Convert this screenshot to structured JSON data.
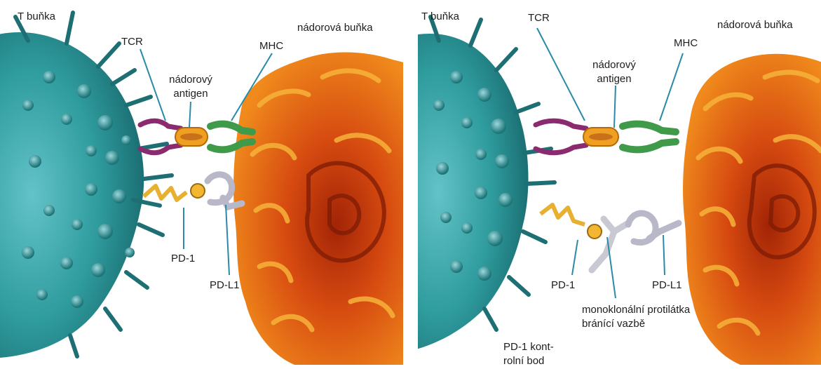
{
  "panels": [
    {
      "t_cell": "T buňka",
      "tcr": "TCR",
      "antigen_line1": "nádorový",
      "antigen_line2": "antigen",
      "mhc": "MHC",
      "tumor_cell": "nádorová buňka",
      "pd1": "PD-1",
      "pdl1": "PD-L1"
    },
    {
      "t_cell": "T buňka",
      "tcr": "TCR",
      "antigen_line1": "nádorový",
      "antigen_line2": "antigen",
      "mhc": "MHC",
      "tumor_cell": "nádorová buňka",
      "pd1": "PD-1",
      "pdl1": "PD-L1",
      "antibody_line1": "monoklonální protilátka",
      "antibody_line2": "bránící vazbě",
      "checkpoint_line1": "PD-1 kont-",
      "checkpoint_line2": "rolní bod"
    }
  ],
  "colors": {
    "t_cell": "#1e8c8c",
    "t_cell_light": "#4fb8c0",
    "tumor": "#d9480f",
    "tumor_dark": "#8a1f05",
    "tumor_light": "#f2a31a",
    "tcr": "#8b2a6e",
    "mhc": "#3f9a4a",
    "antigen": "#f0a020",
    "pdl1": "#c9c9d6",
    "pd1": "#e8b030",
    "leader": "#2a8aa8"
  }
}
